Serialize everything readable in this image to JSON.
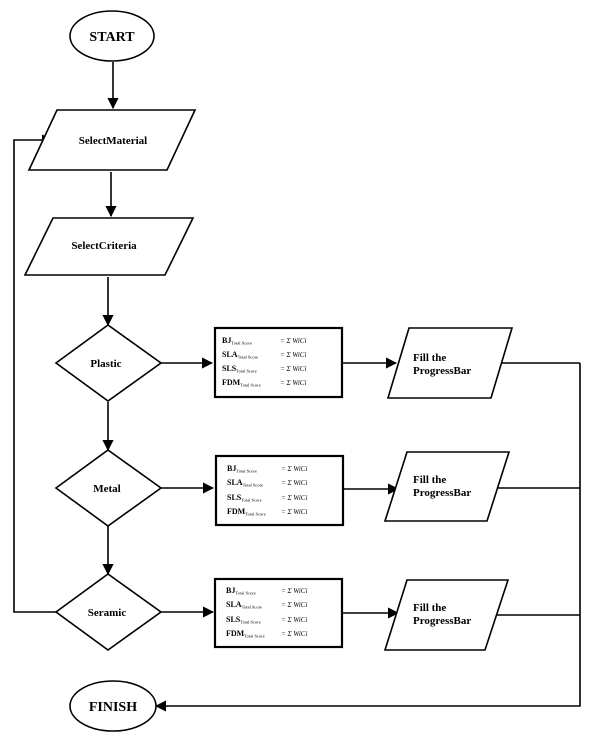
{
  "nodes": {
    "start": "START",
    "finish": "FINISH",
    "select_material": "SelectMaterial",
    "select_criteria": "SelectCriteria",
    "plastic": "Plastic",
    "metal": "Metal",
    "ceramic": "Seramic",
    "progress_line1": "Fill the",
    "progress_line2": "ProgressBar"
  },
  "score_boxes": [
    {
      "rows": [
        {
          "name": "BJ",
          "sub": "Total Score",
          "rhs": "= Σ WiCi"
        },
        {
          "name": "SLA",
          "sub": "Total Score",
          "rhs": "= Σ WiCi"
        },
        {
          "name": "SLS",
          "sub": "Total Score",
          "rhs": "= Σ WiCi"
        },
        {
          "name": "FDM",
          "sub": "Total Score",
          "rhs": "= Σ WiCi"
        }
      ]
    },
    {
      "rows": [
        {
          "name": "BJ",
          "sub": "Total Score",
          "rhs": "= Σ WiCi"
        },
        {
          "name": "SLA",
          "sub": "Total Score",
          "rhs": "= Σ WiCi"
        },
        {
          "name": "SLS",
          "sub": "Total Score",
          "rhs": "= Σ WiCi"
        },
        {
          "name": "FDM",
          "sub": "Total Score",
          "rhs": "= Σ WiCi"
        }
      ]
    },
    {
      "rows": [
        {
          "name": "BJ",
          "sub": "Total Score",
          "rhs": "= Σ WiCi"
        },
        {
          "name": "SLA",
          "sub": "Total Score",
          "rhs": "= Σ WiCi"
        },
        {
          "name": "SLS",
          "sub": "Total Score",
          "rhs": "= Σ WiCi"
        },
        {
          "name": "FDM",
          "sub": "Total Score",
          "rhs": "= Σ WiCi"
        }
      ]
    }
  ]
}
